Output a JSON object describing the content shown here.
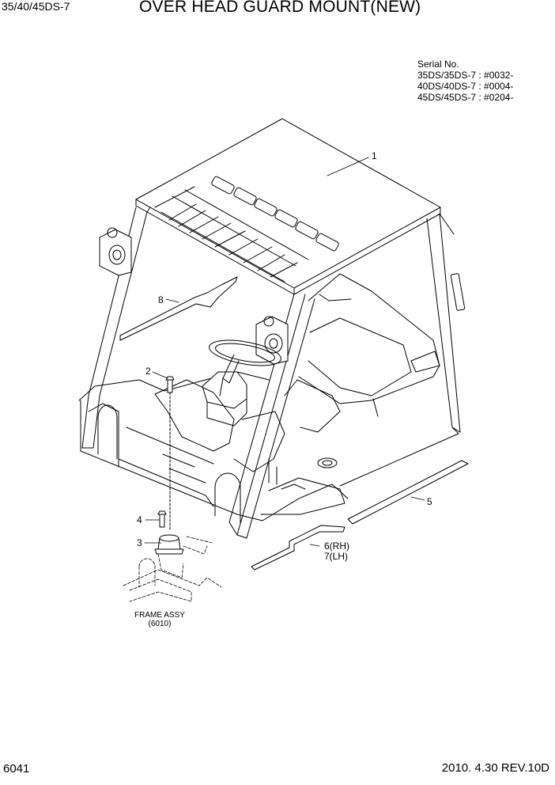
{
  "header": {
    "model": "35/40/45DS-7",
    "title": "OVER HEAD GUARD MOUNT(NEW)"
  },
  "serial": {
    "heading": "Serial No.",
    "lines": [
      "35DS/35DS-7 : #0032-",
      "40DS/40DS-7 : #0004-",
      "45DS/45DS-7 : #0204-"
    ]
  },
  "callouts": {
    "c1": "1",
    "c2": "2",
    "c3": "3",
    "c4": "4",
    "c5": "5",
    "c6": "6(RH)",
    "c7": "7(LH)",
    "c8": "8"
  },
  "frame": {
    "name": "FRAME ASSY",
    "ref": "(6010)"
  },
  "footer": {
    "page": "6041",
    "date_rev": "2010. 4.30  REV.10D"
  }
}
